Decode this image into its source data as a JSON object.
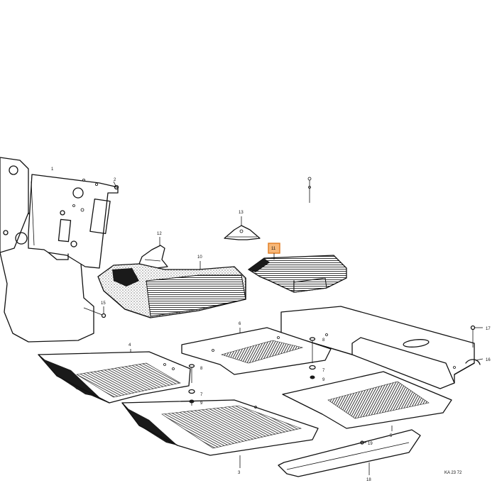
{
  "diagram": {
    "reference_code": "KA 23 72",
    "highlighted_callout": "11",
    "callouts": [
      "1",
      "2",
      "3",
      "4",
      "5",
      "6",
      "7",
      "8",
      "9",
      "10",
      "11",
      "12",
      "13",
      "15",
      "16",
      "17",
      "18",
      "19"
    ]
  }
}
